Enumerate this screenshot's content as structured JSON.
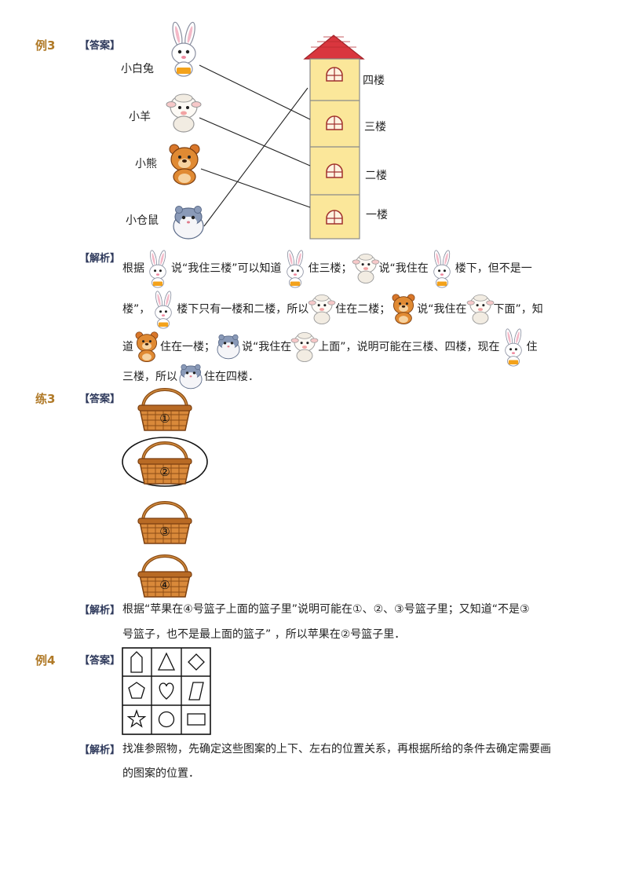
{
  "ex3": {
    "label": "例3",
    "answer_tag": "【答案】",
    "animals": [
      "小白兔",
      "小羊",
      "小熊",
      "小仓鼠"
    ],
    "floors": [
      "四楼",
      "三楼",
      "二楼",
      "一楼"
    ],
    "analysis_tag": "【解析】",
    "analysis": {
      "l1a": "根据",
      "l1b": "说“我住三楼”可以知道",
      "l1c": "住三楼；",
      "l1d": "说“我住在",
      "l1e": "楼下，但不是一",
      "l2a": "楼”，",
      "l2b": "楼下只有一楼和二楼，所以",
      "l2c": "住在二楼；",
      "l2d": "说“我住在",
      "l2e": "下面”，知",
      "l3a": "道",
      "l3b": "住在一楼；",
      "l3c": "说“我住在",
      "l3d": "上面”，说明可能在三楼、四楼，现在",
      "l3e": "住",
      "l4a": "三楼，所以",
      "l4b": "住在四楼．"
    }
  },
  "practice3": {
    "label": "练3",
    "answer_tag": "【答案】",
    "baskets": [
      "①",
      "②",
      "③",
      "④"
    ],
    "analysis_tag": "【解析】",
    "analysis_line1": "根据“苹果在④号篮子上面的篮子里”说明可能在①、②、③号篮子里；又知道“不是③",
    "analysis_line2": "号篮子，也不是最上面的篮子” ，所以苹果在②号篮子里．"
  },
  "ex4": {
    "label": "例4",
    "answer_tag": "【答案】",
    "grid_shapes": [
      "pentagon-arrow",
      "triangle",
      "diamond",
      "pentagon",
      "heart",
      "parallelogram",
      "star",
      "circle",
      "rectangle"
    ],
    "analysis_tag": "【解析】",
    "analysis_line1": "找准参照物，先确定这些图案的上下、左右的位置关系，再根据所给的条件去确定需要画",
    "analysis_line2": "的图案的位置．"
  }
}
